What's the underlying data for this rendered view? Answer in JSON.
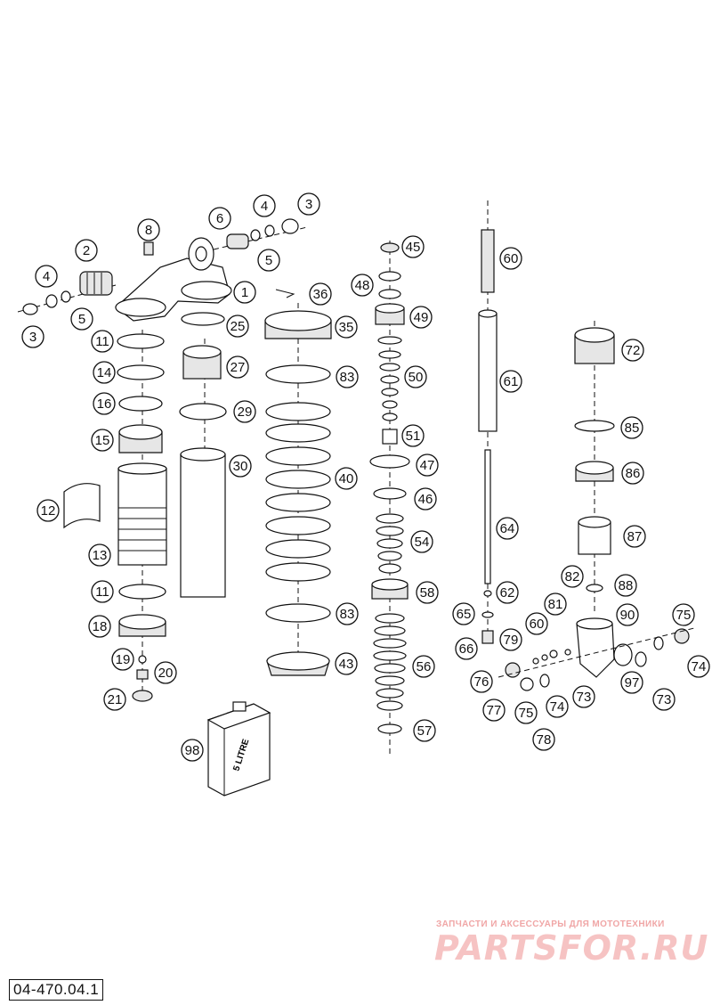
{
  "document_number": "04-470.04.1",
  "watermark": {
    "tagline": "ЗАПЧАСТИ И АКСЕССУАРЫ ДЛЯ МОТОТЕХНИКИ",
    "logo": "PARTSFOR.RU"
  },
  "oil_can_label": "5 LITRE",
  "callouts": [
    "1",
    "2",
    "3",
    "3",
    "4",
    "4",
    "5",
    "5",
    "6",
    "8",
    "11",
    "11",
    "12",
    "13",
    "14",
    "15",
    "16",
    "18",
    "19",
    "20",
    "21",
    "25",
    "27",
    "29",
    "30",
    "35",
    "36",
    "40",
    "43",
    "45",
    "46",
    "47",
    "48",
    "49",
    "50",
    "51",
    "54",
    "56",
    "57",
    "58",
    "60",
    "60",
    "61",
    "62",
    "64",
    "65",
    "66",
    "72",
    "73",
    "73",
    "74",
    "74",
    "75",
    "75",
    "76",
    "77",
    "78",
    "79",
    "81",
    "82",
    "85",
    "86",
    "87",
    "88",
    "90",
    "97",
    "98",
    "83",
    "83"
  ]
}
